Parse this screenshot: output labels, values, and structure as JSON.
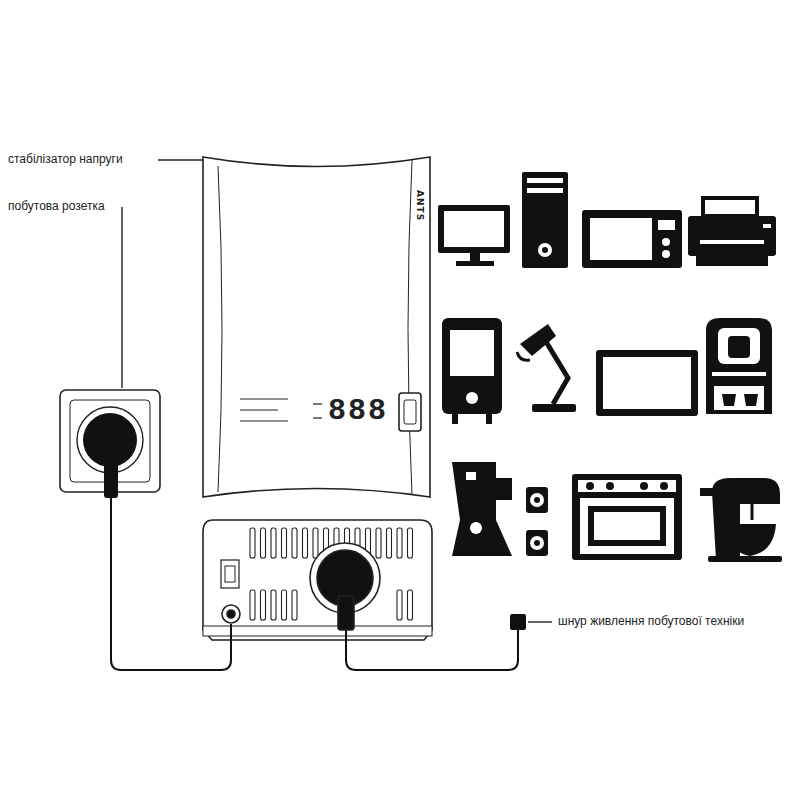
{
  "diagram": {
    "labels": [
      "стабілізатор напруги",
      "побутова розетка",
      "шнур живлення побутової техніки",
      "ANTS",
      "888"
    ]
  }
}
